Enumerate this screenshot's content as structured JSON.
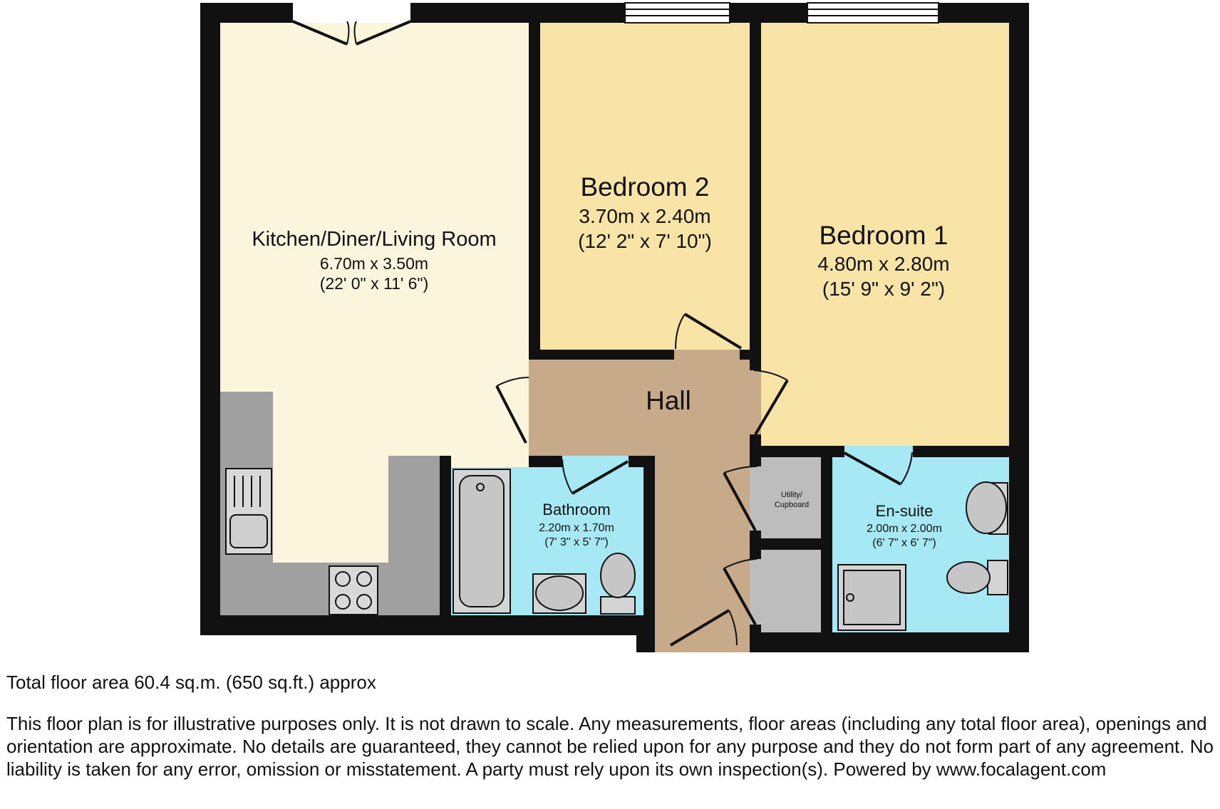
{
  "rooms": {
    "kitchen": {
      "name": "Kitchen/Diner/Living Room",
      "metric": "6.70m x 3.50m",
      "imperial": "(22' 0\" x 11' 6\")"
    },
    "bedroom2": {
      "name": "Bedroom 2",
      "metric": "3.70m x 2.40m",
      "imperial": "(12' 2\" x 7' 10\")"
    },
    "bedroom1": {
      "name": "Bedroom 1",
      "metric": "4.80m x 2.80m",
      "imperial": "(15' 9\" x 9' 2\")"
    },
    "hall": {
      "name": "Hall"
    },
    "bathroom": {
      "name": "Bathroom",
      "metric": "2.20m x 1.70m",
      "imperial": "(7' 3\" x 5' 7\")"
    },
    "ensuite": {
      "name": "En-suite",
      "metric": "2.00m x 2.00m",
      "imperial": "(6' 7\" x 6' 7\")"
    },
    "utility": {
      "line1": "Utility/",
      "line2": "Cupboard"
    }
  },
  "footer": {
    "total_area": "Total floor area 60.4 sq.m. (650 sq.ft.) approx",
    "disclaimer": "This floor plan is for illustrative purposes only. It is not drawn to scale. Any measurements, floor areas (including any total floor area), openings and orientation are approximate. No details are guaranteed, they cannot be relied upon for any purpose and they do not form part of any agreement. No liability is taken for any error, omission or misstatement. A party must rely upon its own inspection(s). Powered by www.focalagent.com"
  },
  "colors": {
    "wall": "#111111",
    "kitchen": "#faf5dc",
    "bedroom": "#f8e4a7",
    "hall": "#c7aa89",
    "bathroom": "#a6e8f4",
    "worktop": "#a0a0a0",
    "cupboard": "#bdbdbd"
  }
}
